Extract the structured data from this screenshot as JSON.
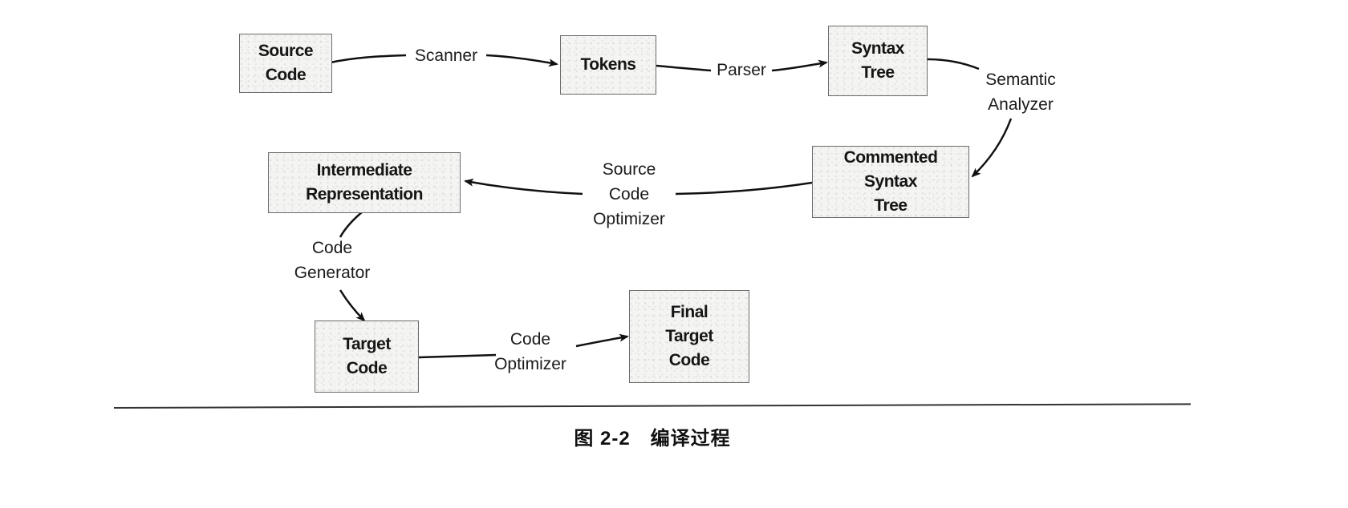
{
  "diagram": {
    "nodes": [
      {
        "id": "source-code",
        "label": "Source\nCode"
      },
      {
        "id": "tokens",
        "label": "Tokens"
      },
      {
        "id": "syntax-tree",
        "label": "Syntax\nTree"
      },
      {
        "id": "commented-syntax-tree",
        "label": "Commented\nSyntax\nTree"
      },
      {
        "id": "intermediate-representation",
        "label": "Intermediate\nRepresentation"
      },
      {
        "id": "target-code",
        "label": "Target\nCode"
      },
      {
        "id": "final-target-code",
        "label": "Final\nTarget\nCode"
      }
    ],
    "edges": [
      {
        "from": "source-code",
        "to": "tokens",
        "label": "Scanner"
      },
      {
        "from": "tokens",
        "to": "syntax-tree",
        "label": "Parser"
      },
      {
        "from": "syntax-tree",
        "to": "commented-syntax-tree",
        "label": "Semantic\nAnalyzer"
      },
      {
        "from": "commented-syntax-tree",
        "to": "intermediate-representation",
        "label": "Source\nCode\nOptimizer"
      },
      {
        "from": "intermediate-representation",
        "to": "target-code",
        "label": "Code\nGenerator"
      },
      {
        "from": "target-code",
        "to": "final-target-code",
        "label": "Code\nOptimizer"
      }
    ]
  },
  "caption": "图 2-2　编译过程"
}
